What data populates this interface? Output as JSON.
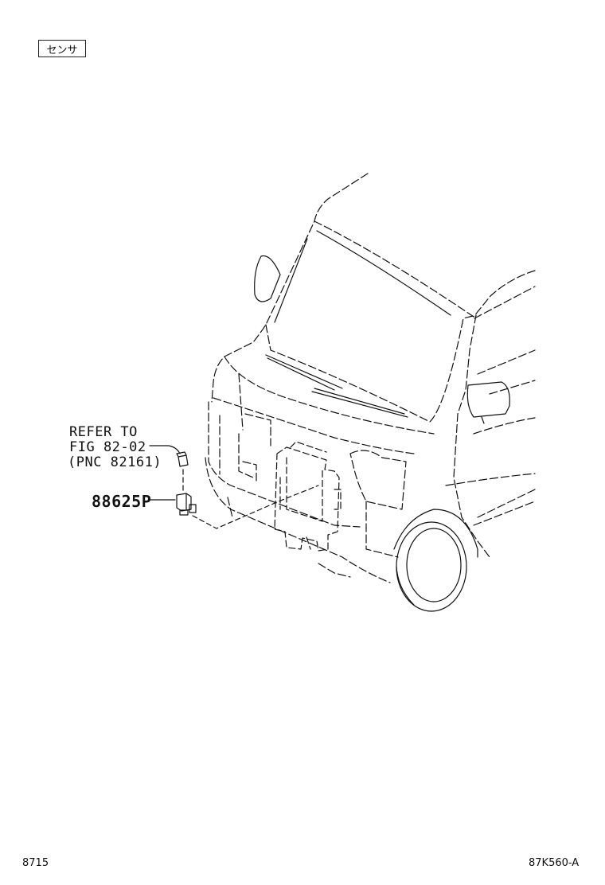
{
  "header": {
    "title": "センサ"
  },
  "callouts": {
    "refer_line1": "REFER TO",
    "refer_line2": "FIG 82-02",
    "refer_line3": "(PNC 82161)",
    "part_number": "88625P"
  },
  "footer": {
    "left_code": "8715",
    "right_code": "87K560-A"
  },
  "colors": {
    "line": "#111111",
    "background": "#ffffff"
  }
}
